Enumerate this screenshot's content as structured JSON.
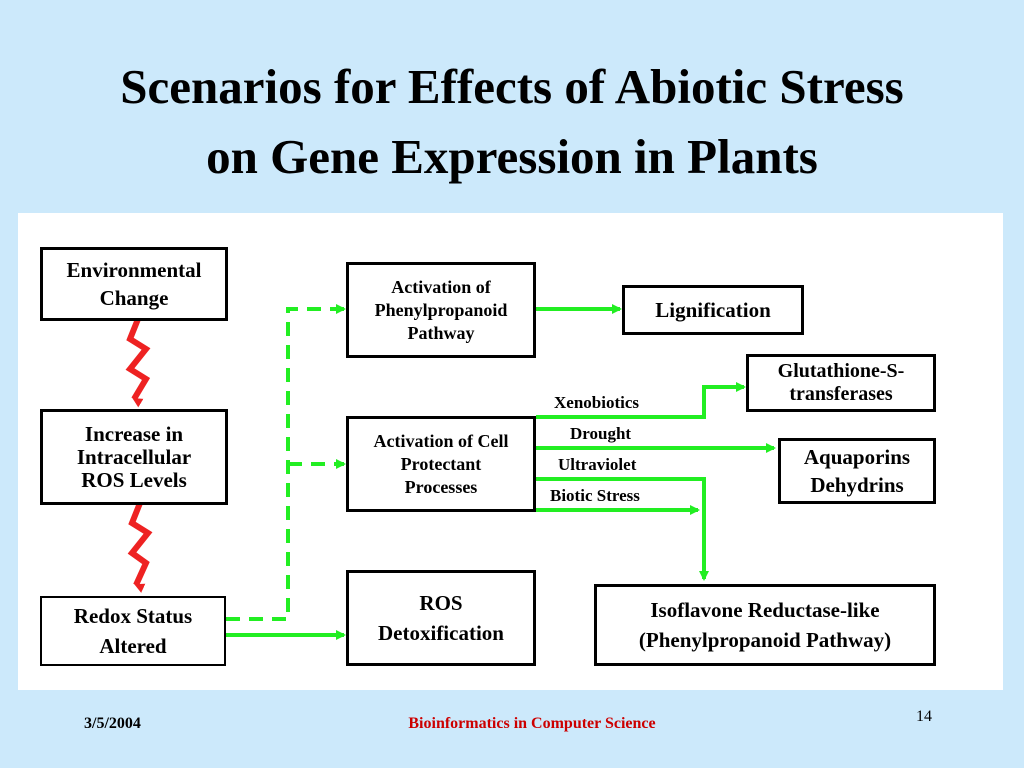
{
  "slide": {
    "title_line1": "Scenarios for Effects of Abiotic Stress",
    "title_line2": "on Gene Expression in Plants",
    "footer_date": "3/5/2004",
    "footer_center": "Bioinformatics in Computer Science",
    "page_number": "14"
  },
  "diagram": {
    "env_change": [
      "Environmental",
      "Change"
    ],
    "ros_increase": [
      "Increase in",
      "Intracellular",
      "ROS Levels"
    ],
    "redox": [
      "Redox Status",
      "Altered"
    ],
    "phenyl": [
      "Activation of",
      "Phenylpropanoid",
      "Pathway"
    ],
    "protect": [
      "Activation of Cell",
      "Protectant",
      "Processes"
    ],
    "ros_detox": [
      "ROS",
      "Detoxification"
    ],
    "lignification": [
      "Lignification"
    ],
    "gst": [
      "Glutathione-S-",
      "transferases"
    ],
    "aquaporins": [
      "Aquaporins",
      "Dehydrins"
    ],
    "isoflavone": [
      "Isoflavone Reductase-like",
      "(Phenylpropanoid Pathway)"
    ],
    "labels": {
      "xenobiotics": "Xenobiotics",
      "drought": "Drought",
      "ultraviolet": "Ultraviolet",
      "biotic": "Biotic Stress"
    },
    "colors": {
      "arrow": "#22ee22",
      "lightning": "#ee2222"
    }
  }
}
